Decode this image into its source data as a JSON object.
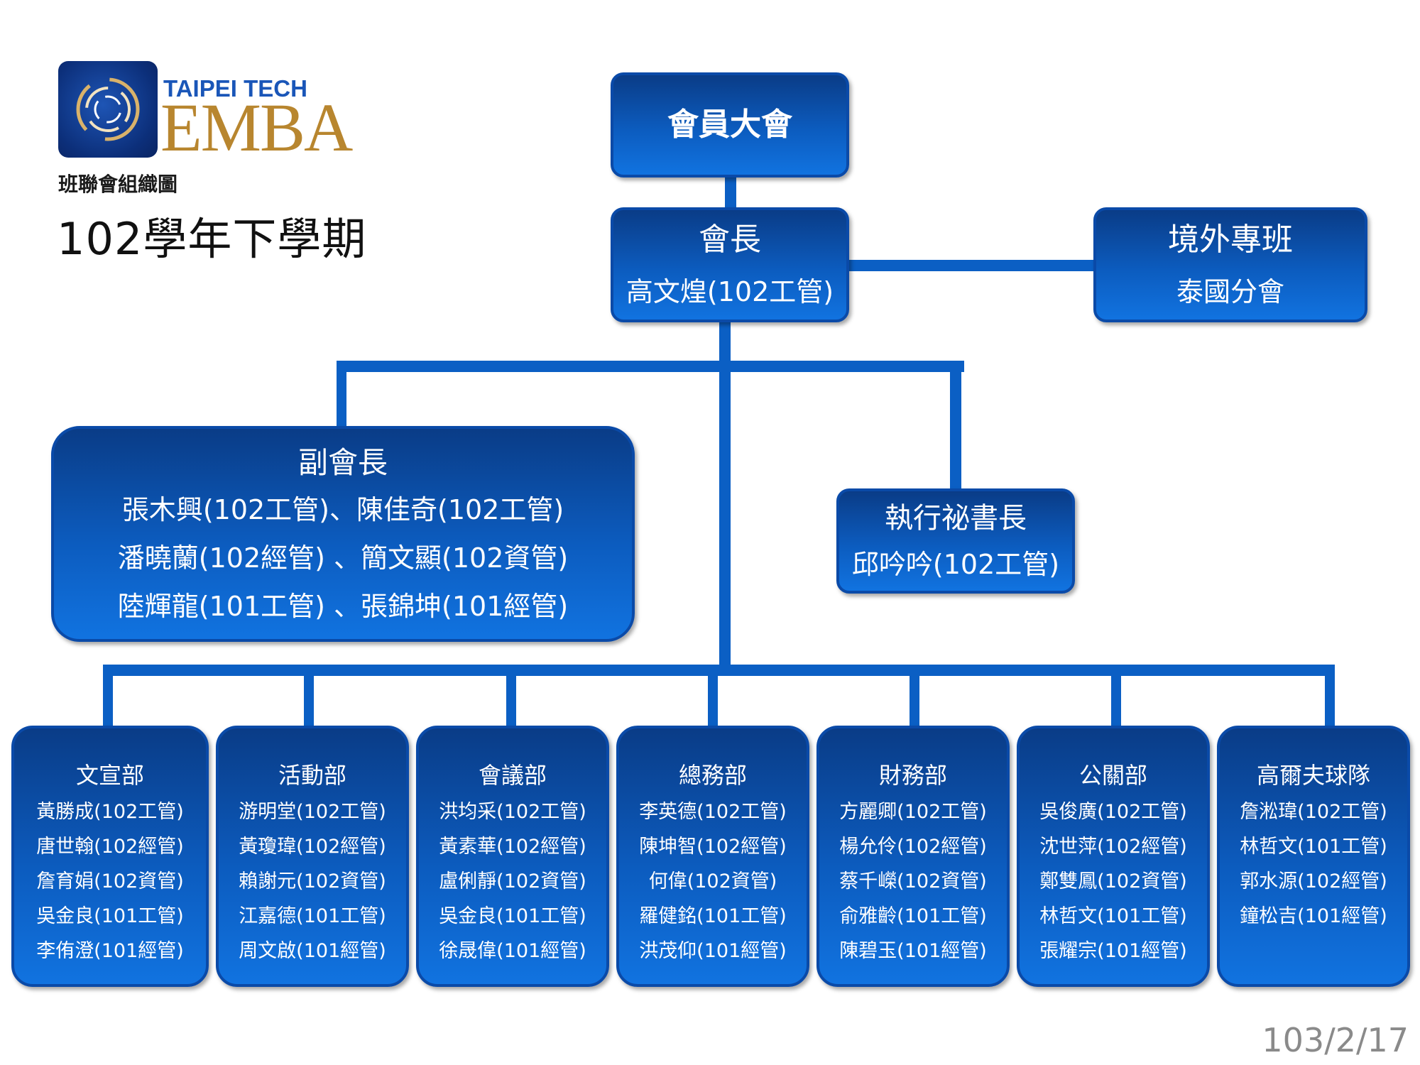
{
  "logo": {
    "top": "TAIPEI TECH",
    "main": "EMBA"
  },
  "subtitle_small": "班聯會組織圖",
  "subtitle_big": "102學年下學期",
  "date": "103/2/17",
  "colors": {
    "box": "#0c5cbf",
    "connector": "#0b5fc4",
    "logo_gold": "#b8862f",
    "logo_blue": "#1a56b8"
  },
  "general_assembly": {
    "title": "會員大會"
  },
  "president": {
    "title": "會長",
    "name": "高文煌(102工管)"
  },
  "overseas": {
    "title": "境外專班",
    "name": "泰國分會"
  },
  "vice_presidents": {
    "title": "副會長",
    "lines": [
      "張木興(102工管)、陳佳奇(102工管)",
      "潘曉蘭(102經管) 、簡文顯(102資管)",
      "陸輝龍(101工管) 、張錦坤(101經管)"
    ]
  },
  "secretary": {
    "title": "執行祕書長",
    "name": "邱吟吟(102工管)"
  },
  "departments": [
    {
      "title": "文宣部",
      "members": [
        "黃勝成(102工管)",
        "唐世翰(102經管)",
        "詹育娟(102資管)",
        "吳金良(101工管)",
        "李侑澄(101經管)"
      ]
    },
    {
      "title": "活動部",
      "members": [
        "游明堂(102工管)",
        "黃瓊瑋(102經管)",
        "賴謝元(102資管)",
        "江嘉德(101工管)",
        "周文啟(101經管)"
      ]
    },
    {
      "title": "會議部",
      "members": [
        "洪均采(102工管)",
        "黃素華(102經管)",
        "盧俐靜(102資管)",
        "吳金良(101工管)",
        "徐晟偉(101經管)"
      ]
    },
    {
      "title": "總務部",
      "members": [
        "李英德(102工管)",
        "陳坤智(102經管)",
        "何偉(102資管)",
        "羅健銘(101工管)",
        "洪茂仰(101經管)"
      ]
    },
    {
      "title": "財務部",
      "members": [
        "方麗卿(102工管)",
        "楊允伶(102經管)",
        "蔡千嶸(102資管)",
        "俞雅齡(101工管)",
        "陳碧玉(101經管)"
      ]
    },
    {
      "title": "公關部",
      "members": [
        "吳俊廣(102工管)",
        "沈世萍(102經管)",
        "鄭雙鳳(102資管)",
        "林哲文(101工管)",
        "張耀宗(101經管)"
      ]
    },
    {
      "title": "高爾夫球隊",
      "members": [
        "詹淞瑋(102工管)",
        "林哲文(101工管)",
        "郭水源(102經管)",
        "鐘松吉(101經管)"
      ]
    }
  ]
}
